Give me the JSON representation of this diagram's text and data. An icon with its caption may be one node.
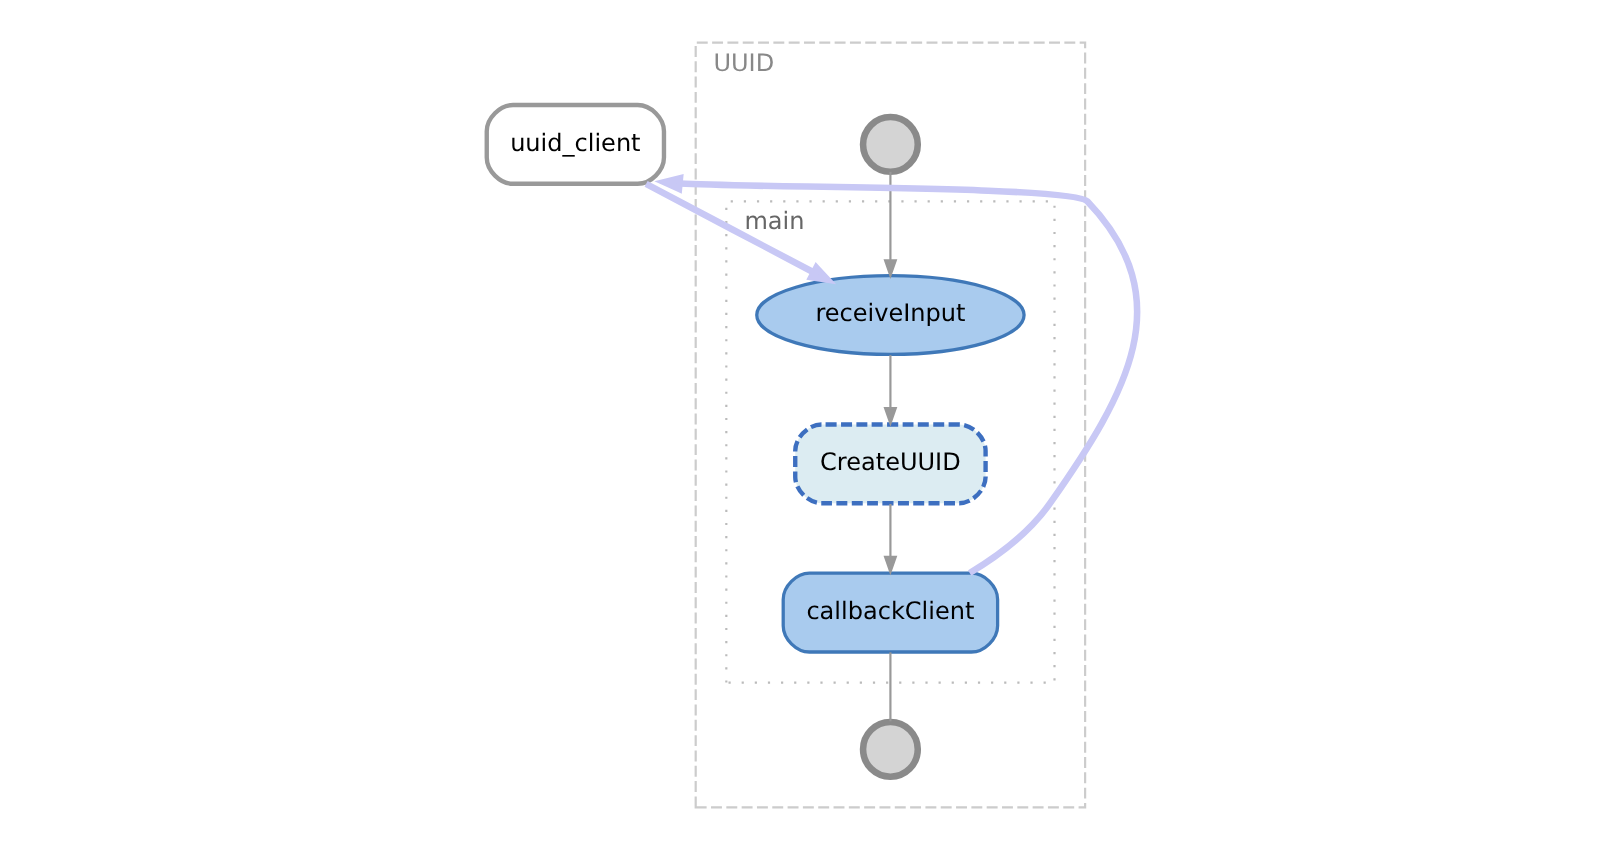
{
  "diagram": {
    "nodes": [
      {
        "text": [
          "UUID"
        ]
      },
      {
        "text": [],
        "shape": "circle",
        "in": 0
      },
      {
        "text": [
          "main"
        ],
        "in": 0
      },
      {
        "text": [
          "receiveInput"
        ],
        "in": 2
      },
      {
        "text": [
          "CreateUUID"
        ],
        "in": 2
      },
      {
        "text": [
          "callbackClient"
        ],
        "in": 2
      },
      {
        "text": [],
        "shape": "circle",
        "in": 0
      },
      {
        "text": [
          "uuid_client"
        ]
      }
    ],
    "edges": [
      {
        "from": 1,
        "to": 3,
        "arrow": "to"
      },
      {
        "from": 3,
        "to": 4,
        "arrow": "to"
      },
      {
        "from": 4,
        "to": 5,
        "arrow": "to"
      },
      {
        "from": 5,
        "to": 6,
        "arrow": "none"
      },
      {
        "from": 7,
        "to": 3,
        "arrow": "to",
        "style": "thick",
        "color": "#c8c8f5"
      },
      {
        "from": 5,
        "to": 7,
        "arrow": "to",
        "style": "thick",
        "color": "#c8c8f5"
      }
    ]
  }
}
